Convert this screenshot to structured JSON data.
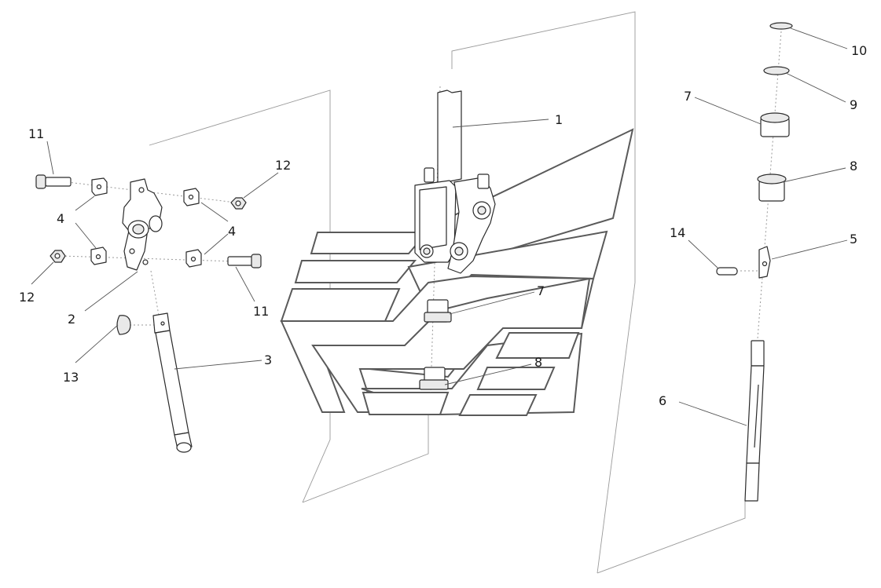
{
  "callouts": [
    {
      "id": "c-1",
      "text": "1"
    },
    {
      "id": "c-2",
      "text": "2"
    },
    {
      "id": "c-3",
      "text": "3"
    },
    {
      "id": "c-4a",
      "text": "4"
    },
    {
      "id": "c-4b",
      "text": "4"
    },
    {
      "id": "c-5",
      "text": "5"
    },
    {
      "id": "c-6",
      "text": "6"
    },
    {
      "id": "c-7a",
      "text": "7"
    },
    {
      "id": "c-7b",
      "text": "7"
    },
    {
      "id": "c-8a",
      "text": "8"
    },
    {
      "id": "c-8b",
      "text": "8"
    },
    {
      "id": "c-9",
      "text": "9"
    },
    {
      "id": "c-10",
      "text": "10"
    },
    {
      "id": "c-11a",
      "text": "11"
    },
    {
      "id": "c-11b",
      "text": "11"
    },
    {
      "id": "c-12a",
      "text": "12"
    },
    {
      "id": "c-12b",
      "text": "12"
    },
    {
      "id": "c-13",
      "text": "13"
    },
    {
      "id": "c-14",
      "text": "14"
    }
  ],
  "colors": {
    "line": "#2a2a2a",
    "plane": "#9a9a9a",
    "logo": "#5a5a5a",
    "background": "#ffffff"
  }
}
